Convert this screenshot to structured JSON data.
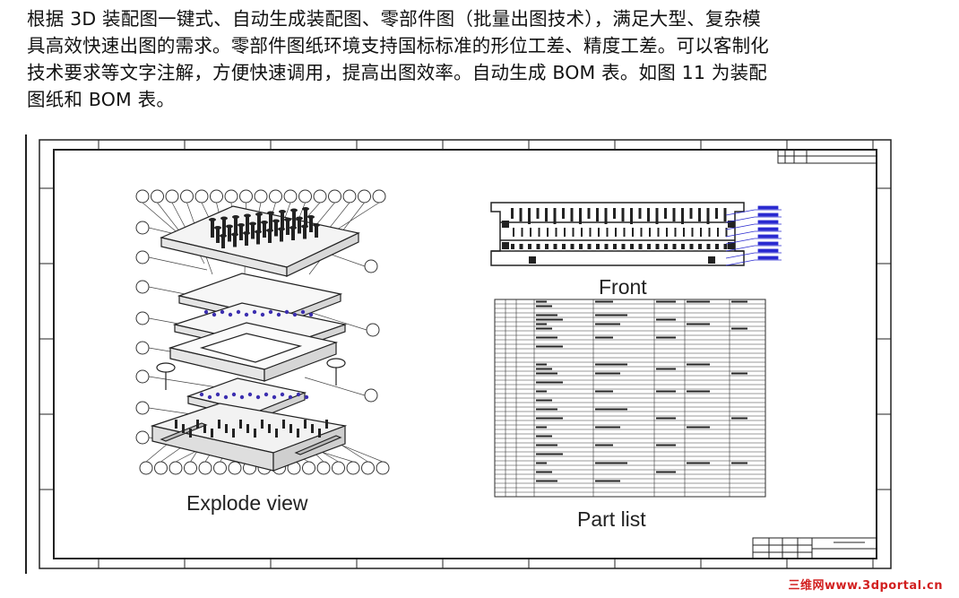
{
  "document": {
    "paragraph_lines": [
      "根据 3D 装配图一键式、自动生成装配图、零部件图（批量出图技术），满足大型、复杂模",
      "具高效快速出图的需求。零部件图纸环境支持国标标准的形位工差、精度工差。可以客制化",
      "技术要求等文字注解，方便快速调用，提高出图效率。自动生成 BOM 表。如图 11 为装配",
      "图纸和 BOM 表。"
    ]
  },
  "figure": {
    "explode_caption": "Explode view",
    "front_caption": "Front",
    "partlist_caption": "Part list",
    "colors": {
      "line": "#222222",
      "annotation_blue": "#2a2ad0",
      "watermark": "#d21f1f"
    }
  },
  "watermark": {
    "brand": "三维网",
    "url": "www.3dportal.cn"
  }
}
